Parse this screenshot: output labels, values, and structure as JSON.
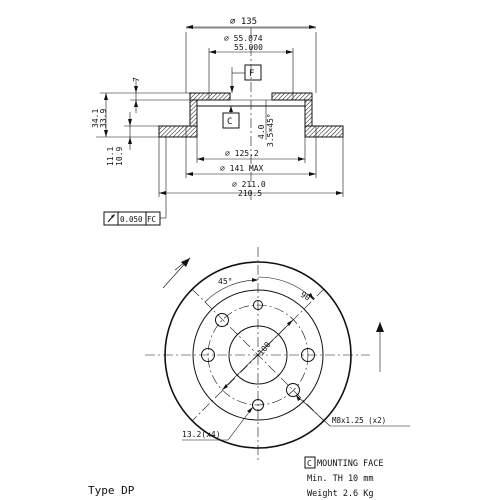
{
  "cross_section": {
    "dim_overall_width": "⌀ 135",
    "dim_hub_bore_max": "⌀  55.074",
    "dim_hub_bore_min": "55.000",
    "datum_f": "F",
    "datum_c": "C",
    "dim_hat_height": "7",
    "dim_height_max": "34.1",
    "dim_height_min": "33.9",
    "dim_chamfer_a": "4.0",
    "dim_chamfer_b": "3.5×45°",
    "dim_thickness_max": "11.1",
    "dim_thickness_min": "10.9",
    "dim_inner_dia": "⌀ 125.2",
    "dim_ring_max": "⌀ 141 MAX",
    "dim_outer_max": "⌀ 211.0",
    "dim_outer_min": "210.5",
    "tolerance_value": "0.050",
    "tolerance_datum": "FC"
  },
  "front_view": {
    "angle_45": "45°",
    "angle_90": "90°",
    "pcd": "100",
    "holes_label": "13.2(x4)",
    "thread_label": "M8x1.25 (x2)"
  },
  "legend": {
    "c_symbol": "C",
    "mounting_face": "MOUNTING FACE",
    "min_th": "Min. TH 10  mm",
    "weight": "Weight 2.6 Kg"
  },
  "type_label": "Type DP"
}
